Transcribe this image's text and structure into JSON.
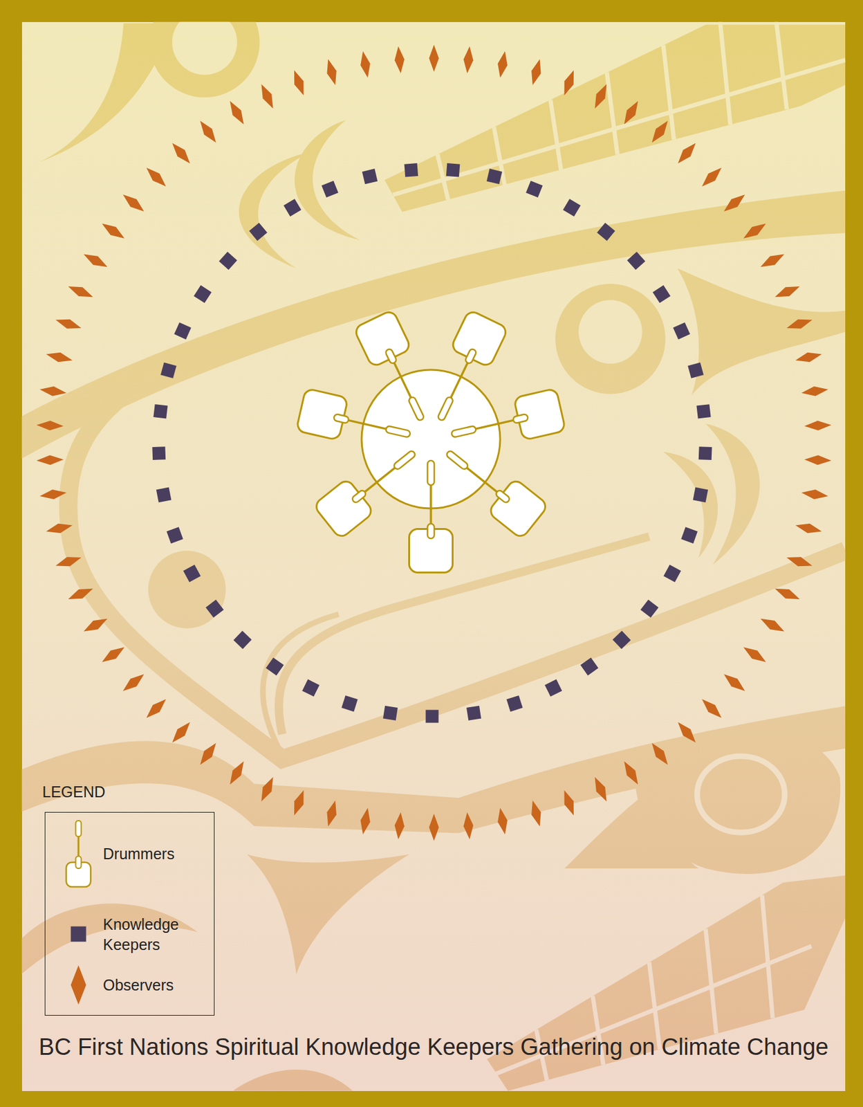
{
  "diagram": {
    "title": "BC First Nations Spiritual Knowledge Keepers Gathering on Climate Change",
    "labels": [
      "LEGEND"
    ],
    "legend": [
      {
        "text": "Drummers"
      },
      {
        "text": "Knowledge Keepers",
        "color": "#4a3e5e"
      },
      {
        "text": "Observers",
        "color": "#c9661c"
      }
    ]
  }
}
